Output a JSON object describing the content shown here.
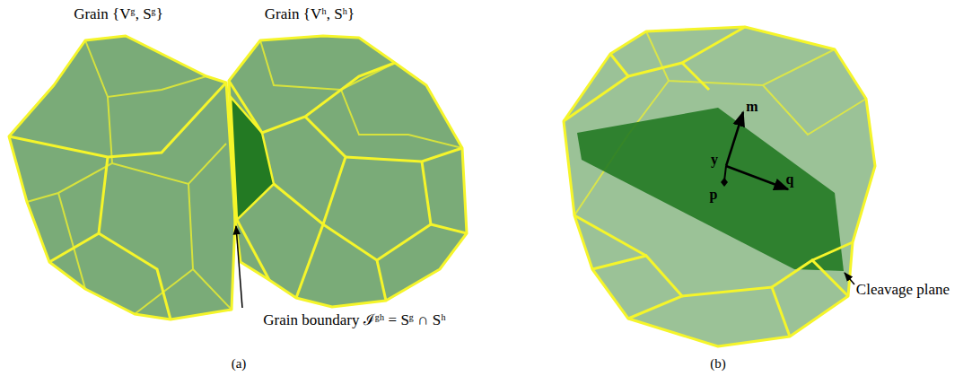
{
  "diagram": {
    "labels": [
      "Grain {Vᵍ, Sᵍ}",
      "Grain {Vʰ, Sʰ}",
      "Grain boundary ℐᵍʰ = Sᵍ ∩ Sʰ",
      "(a)",
      "m",
      "y",
      "q",
      "p",
      "Cleavage plane",
      "(b)"
    ]
  }
}
